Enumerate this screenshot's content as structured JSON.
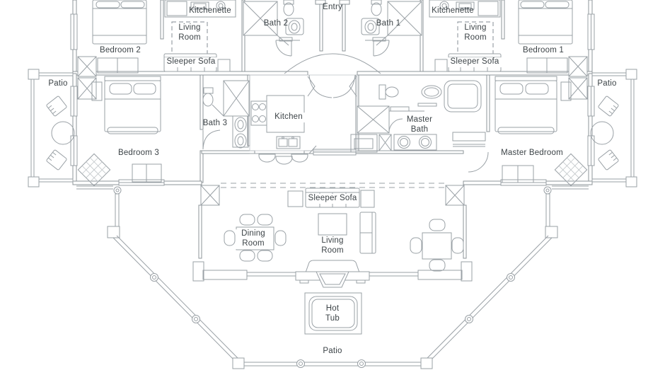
{
  "colors": {
    "wall_line": "#8d9499",
    "furniture_line": "#9aa1a6",
    "grid_line": "#c2c7ca",
    "label_text": "#3c4347",
    "background": "#ffffff"
  },
  "labels": {
    "entry": "Entry",
    "bath_1": "Bath 1",
    "bath_2": "Bath 2",
    "bath_3": "Bath 3",
    "bedroom_1": "Bedroom 1",
    "bedroom_2": "Bedroom 2",
    "bedroom_3": "Bedroom 3",
    "master_bedroom": "Master Bedroom",
    "master_bath": "Master Bath",
    "kitchen": "Kitchen",
    "kitchenette_left": "Kitchenette",
    "kitchenette_right": "Kitchenette",
    "living_room_suite_left": "Living Room",
    "living_room_suite_right": "Living Room",
    "living_room_main": "Living Room",
    "sleeper_sofa_left": "Sleeper Sofa",
    "sleeper_sofa_right": "Sleeper Sofa",
    "sleeper_sofa_main": "Sleeper Sofa",
    "dining_room": "Dining Room",
    "hot_tub": "Hot Tub",
    "patio_left": "Patio",
    "patio_right": "Patio",
    "patio_bottom": "Patio"
  }
}
